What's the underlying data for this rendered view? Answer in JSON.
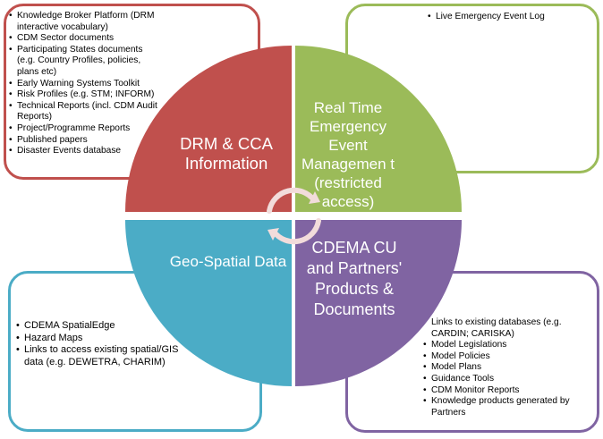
{
  "diagram": {
    "quadrants": [
      {
        "id": "tl",
        "label": "DRM & CCA Information",
        "color": "#c0504d",
        "items": [
          "Knowledge Broker Platform (DRM interactive vocabulary)",
          "CDM Sector documents",
          "Participating States documents (e.g. Country Profiles, policies, plans etc)",
          "Early Warning Systems Toolkit",
          "Risk Profiles (e.g. STM; INFORM)",
          "Technical Reports (incl. CDM Audit Reports)",
          "Project/Programme Reports",
          "Published papers",
          "Disaster Events database"
        ]
      },
      {
        "id": "tr",
        "label": "Real Time Emergency Event Managemen t (restricted access)",
        "color": "#9bbb59",
        "items": [
          "Live Emergency Event Log"
        ]
      },
      {
        "id": "bl",
        "label": "Geo-Spatial Data",
        "color": "#4bacc6",
        "items": [
          "CDEMA SpatialEdge",
          "Hazard Maps",
          "Links to access existing spatial/GIS data (e.g. DEWETRA, CHARIM)"
        ]
      },
      {
        "id": "br",
        "label": "CDEMA CU and Partners' Products & Documents",
        "color": "#8064a2",
        "items": [
          "Links to existing databases (e.g. CARDIN; CARISKA)",
          "Model Legislations",
          "Model Policies",
          "Model Plans",
          "Guidance Tools",
          "CDM Monitor Reports",
          "Knowledge products generated by Partners"
        ]
      }
    ],
    "cycle_arrow_color": "#f2dcdb"
  }
}
